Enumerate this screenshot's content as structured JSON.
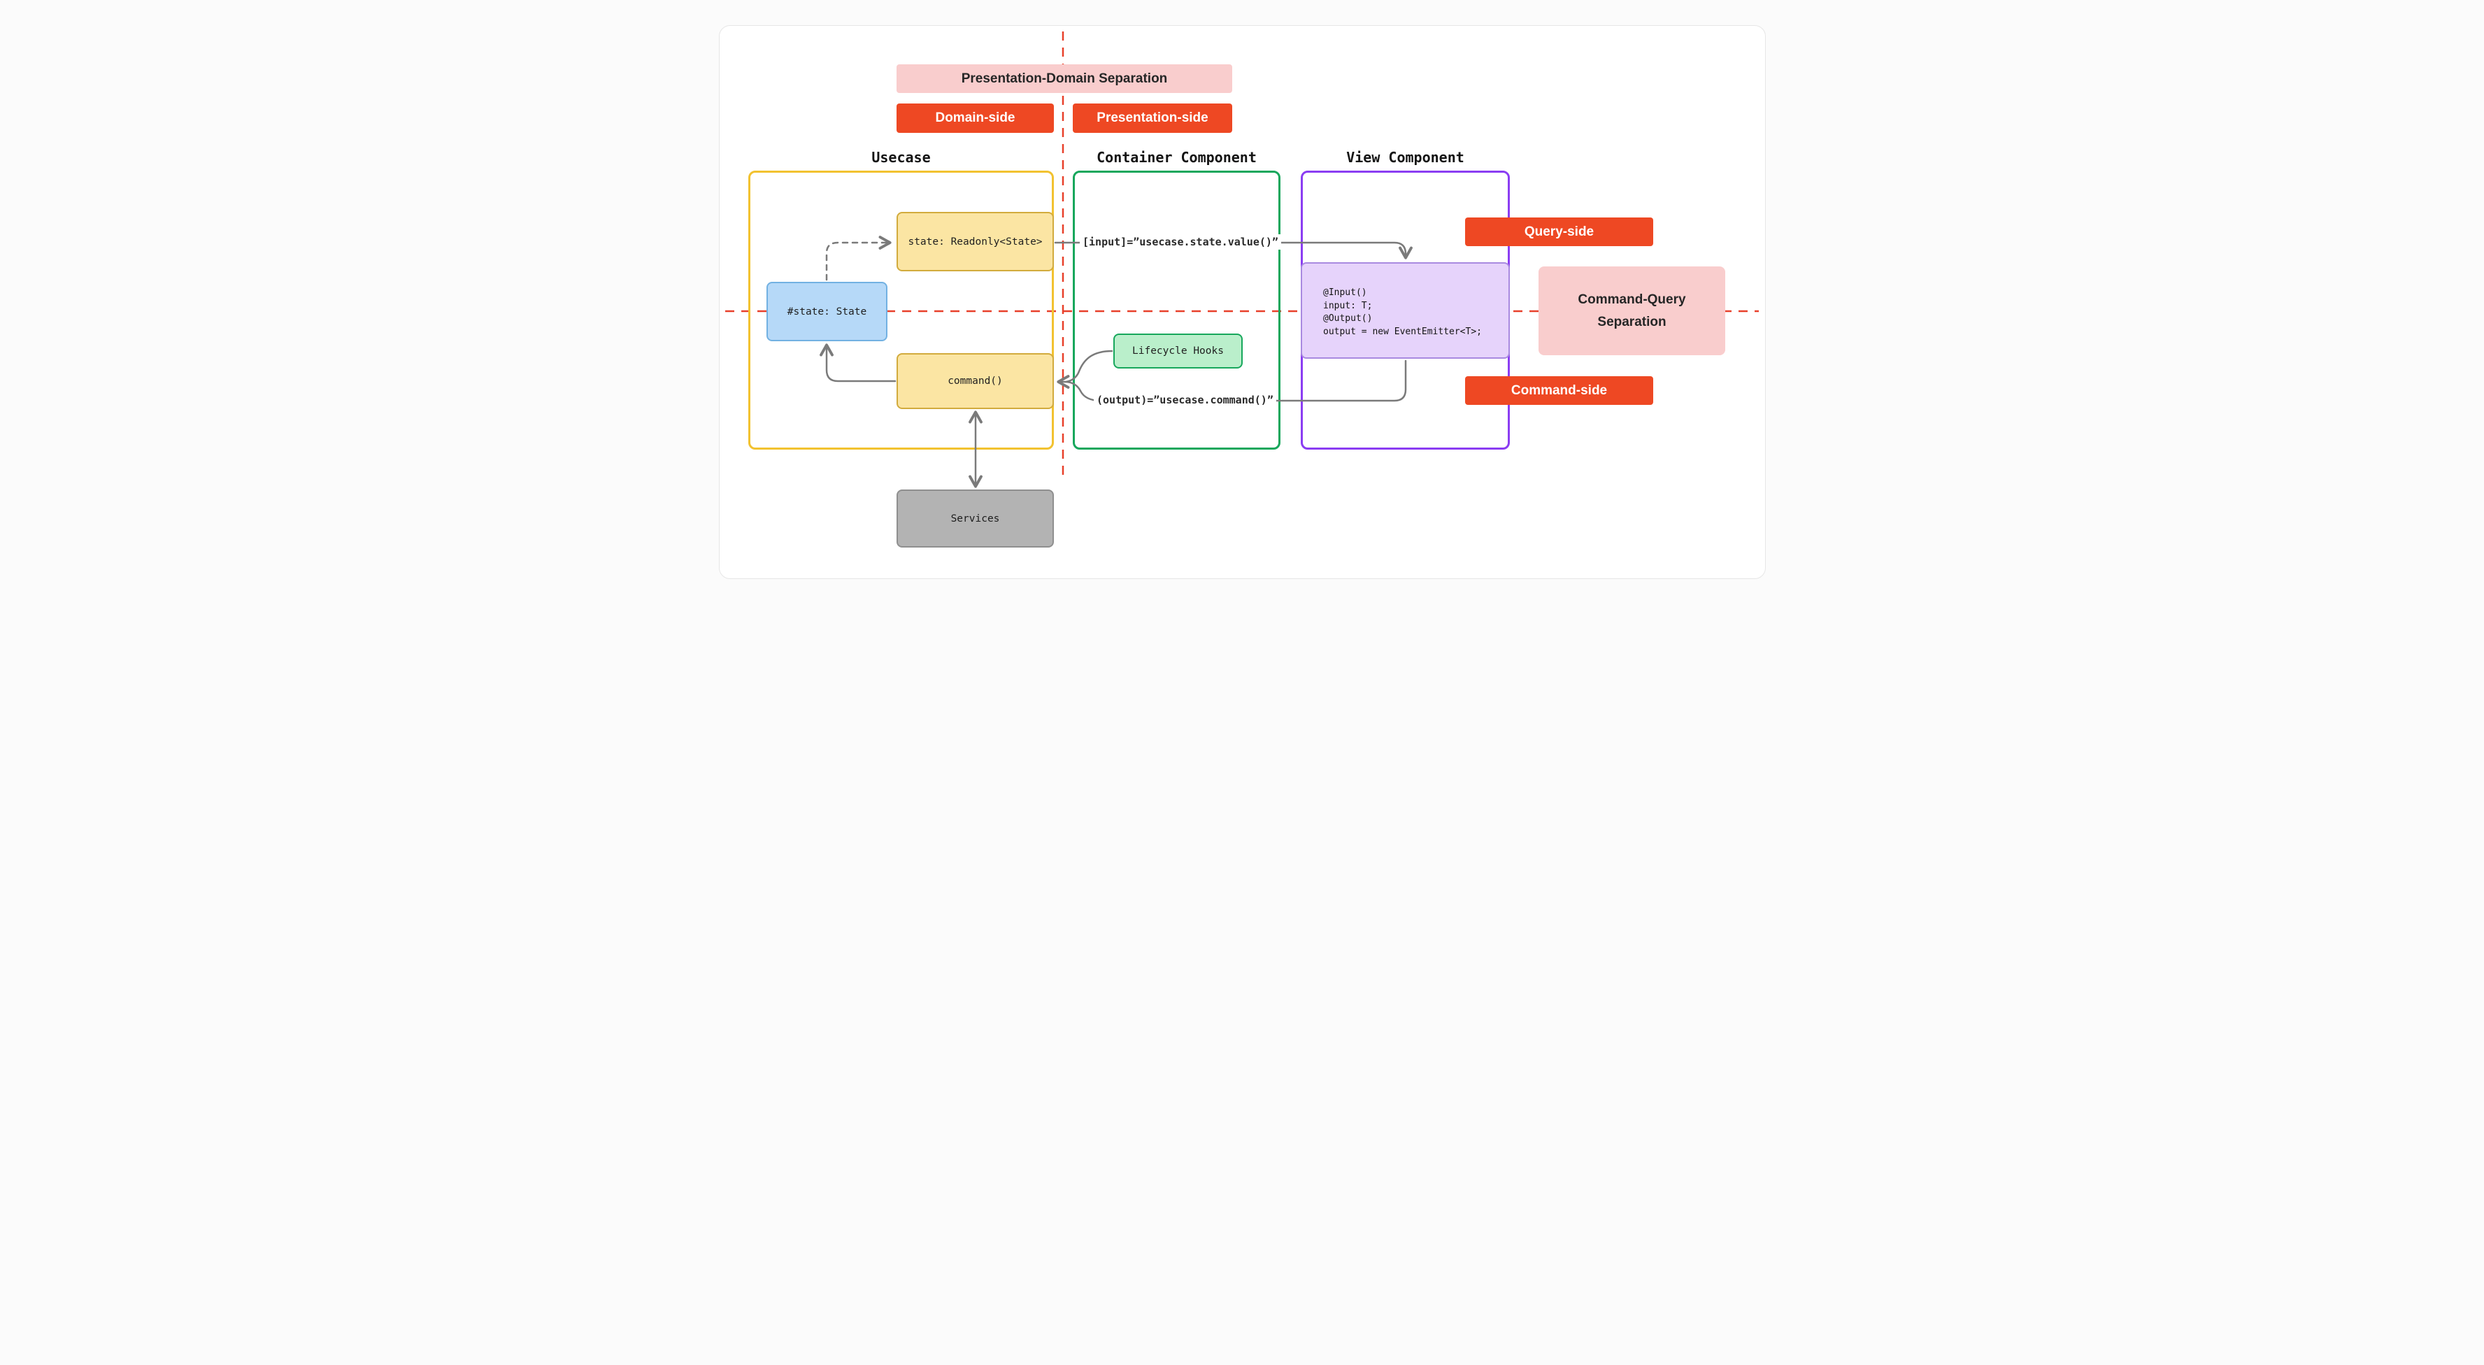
{
  "header": {
    "banner": "Presentation-Domain Separation",
    "domain_side": "Domain-side",
    "presentation_side": "Presentation-side"
  },
  "usecase": {
    "title": "Usecase",
    "state_box": "state: Readonly<State>",
    "private_state_box": "#state: State",
    "command_box": "command()"
  },
  "container": {
    "title": "Container Component",
    "input_binding": "[input]=”usecase.state.value()”",
    "lifecycle_hooks": "Lifecycle Hooks",
    "output_binding": "(output)=”usecase.command()”"
  },
  "view": {
    "title": "View Component",
    "code_lines": [
      "@Input()",
      "input: T;",
      "@Output()",
      "output = new EventEmitter<T>;"
    ]
  },
  "cqs": {
    "query_side": "Query-side",
    "command_side": "Command-side",
    "separation": "Command-Query Separation"
  },
  "services": {
    "label": "Services"
  },
  "colors": {
    "red_dashed_line": "#e8402a",
    "orange_badge": "#ee4823",
    "pink_badge": "#f9cdcd",
    "usecase_border": "#f2c230",
    "method_fill": "#fbe5a3",
    "method_border": "#d2ab3d",
    "state_fill": "#b6d9f8",
    "state_border": "#72b1e2",
    "container_border": "#17a75c",
    "lifecycle_fill": "#baefcb",
    "view_border": "#8b3df2",
    "code_fill": "#e6d3fb",
    "services_fill": "#b3b3b3",
    "arrow": "#7a7a7a"
  }
}
